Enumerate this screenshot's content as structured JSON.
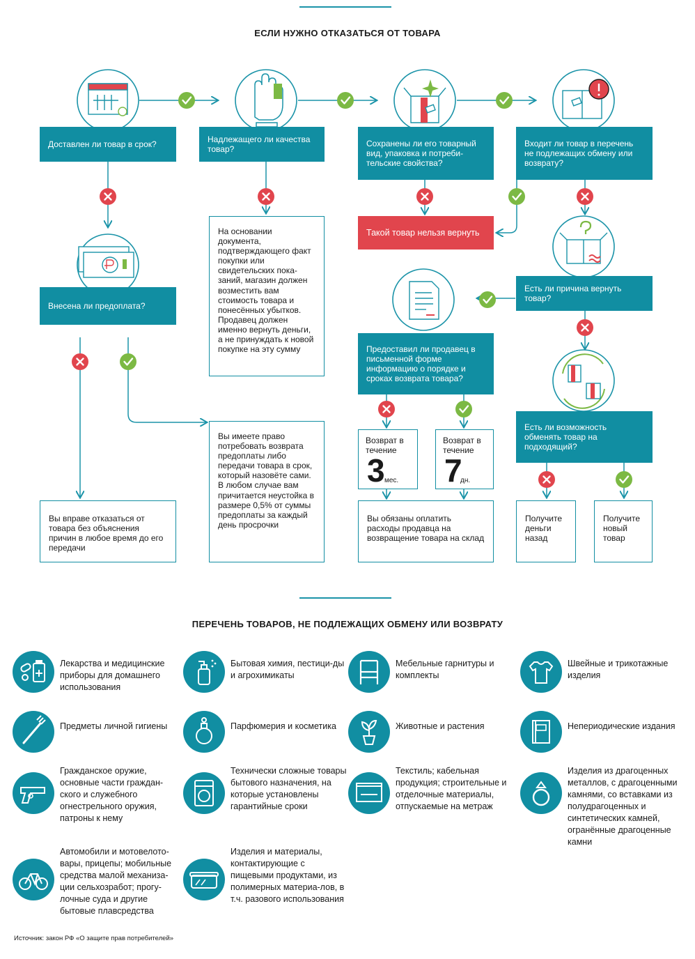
{
  "title_top": "ЕСЛИ НУЖНО ОТКАЗАТЬСЯ ОТ ТОВАРА",
  "title_bottom": "ПЕРЕЧЕНЬ ТОВАРОВ, НЕ ПОДЛЕЖАЩИХ ОБМЕНУ ИЛИ ВОЗВРАТУ",
  "colors": {
    "teal": "#118ea2",
    "green": "#7cb944",
    "red": "#e1454d",
    "line": "#1a93a8"
  },
  "flow": {
    "q_delivered": "Доставлен ли товар в срок?",
    "q_quality": "Надлежащего ли качества товар?",
    "q_preserved": "Сохранены ли его товарный вид, упаковка и потреби-тельские свойства?",
    "q_list": "Входит ли товар в перечень не подлежащих обмену или возврату?",
    "cant_return": "Такой товар нельзя вернуть",
    "q_prepaid": "Внесена ли предоплата?",
    "quality_result": "На основании документа, подтверждающего факт покупки или свидетельских пока-заний, магазин должен возместить вам стоимость товара и понесённых убытков. Продавец должен именно вернуть деньги, а не принуждать к новой покупке на эту сумму",
    "q_reason": "Есть ли причина вернуть товар?",
    "q_info": "Предоставил ли продавец в письменной форме информацию о порядке и сроках возврата товара?",
    "prepay_result": "Вы имеете право потребовать возврата предоплаты либо передачи товара в срок, который назовёте сами. В любом случае вам причитается неустойка в размере 0,5% от суммы предоплаты за каждый день просрочки",
    "return_label": "Возврат в течение",
    "return_3_num": "3",
    "return_3_unit": "мес.",
    "return_7_num": "7",
    "return_7_unit": "дн.",
    "q_exchange": "Есть ли возможность обменять товар на подходящий?",
    "refuse_result": "Вы вправе отказаться от товара без объяснения причин в любое время до его передачи",
    "pay_result": "Вы обязаны оплатить расходы продавца на возвращение товара на склад",
    "get_money": "Получите деньги назад",
    "get_new": "Получите новый товар"
  },
  "list": [
    {
      "icon": "medicine-icon",
      "text": "Лекарства и медицинские приборы для домашнего использования"
    },
    {
      "icon": "spray-bottle-icon",
      "text": "Бытовая химия, пестици-ды и агрохимикаты"
    },
    {
      "icon": "chair-icon",
      "text": "Мебельные гарнитуры и комплекты"
    },
    {
      "icon": "tshirt-icon",
      "text": "Швейные и трикотажные изделия"
    },
    {
      "icon": "toothbrush-icon",
      "text": "Предметы личной гигиены"
    },
    {
      "icon": "perfume-icon",
      "text": "Парфюмерия и косметика"
    },
    {
      "icon": "plant-icon",
      "text": "Животные и растения"
    },
    {
      "icon": "book-icon",
      "text": "Непериодические издания"
    },
    {
      "icon": "pistol-icon",
      "text": "Гражданское оружие, основные части граждан-ского и служебного огнестрельного оружия, патроны к нему"
    },
    {
      "icon": "washing-machine-icon",
      "text": "Технически сложные товары бытового назначения, на которые установлены гарантийные сроки"
    },
    {
      "icon": "fabric-roll-icon",
      "text": "Текстиль; кабельная продукция; строительные и отделочные материалы, отпускаемые на метраж"
    },
    {
      "icon": "ring-icon",
      "text": "Изделия из драгоценных металлов, с драгоценными камнями, со вставками из полудрагоценных и синтетических камней, огранённые драгоценные камни"
    },
    {
      "icon": "bicycle-icon",
      "text": "Автомобили и мотовелото-вары, прицепы; мобильные средства малой механиза-ции сельхозработ; прогу-лочные суда и другие бытовые плавсредства"
    },
    {
      "icon": "food-container-icon",
      "text": "Изделия и материалы, контактирующие с пищевыми продуктами, из полимерных материа-лов, в т.ч. разового использования"
    }
  ],
  "source": "Источник: закон РФ «О защите прав потребителей»"
}
